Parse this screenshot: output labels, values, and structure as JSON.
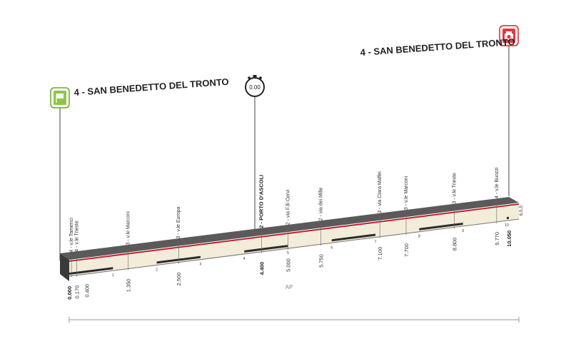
{
  "start": {
    "title": "4 - SAN BENEDETTO DEL TRONTO",
    "icon": "start-flag-icon"
  },
  "finish": {
    "title": "4 - SAN BENEDETTO DEL TRONTO",
    "icon": "finish-camera-icon"
  },
  "checkpoint": {
    "label": "0.00",
    "icon": "stopwatch-icon"
  },
  "route_labels": [
    {
      "text": "4 - v.le Tamerici",
      "km": 0.05,
      "bold": false
    },
    {
      "text": "4 - v.le Trieste",
      "km": 0.17,
      "bold": false
    },
    {
      "text": "3 - v.le Marconi",
      "km": 1.35,
      "bold": false
    },
    {
      "text": "3 - v.le Europa",
      "km": 2.5,
      "bold": false
    },
    {
      "text": "2 - PORTO D'ASCOLI",
      "km": 4.4,
      "bold": true
    },
    {
      "text": "2 - via F.lli Cervi",
      "km": 5.0,
      "bold": false
    },
    {
      "text": "2 - via dei Mille",
      "km": 5.75,
      "bold": false
    },
    {
      "text": "3 - via Clara Maffei",
      "km": 7.1,
      "bold": false
    },
    {
      "text": "3 - v.le Marconi",
      "km": 7.7,
      "bold": false
    },
    {
      "text": "3 - v.le Trieste",
      "km": 8.8,
      "bold": false
    },
    {
      "text": "4 - v.le Buozzi",
      "km": 9.77,
      "bold": false
    }
  ],
  "distances": [
    {
      "text": "0.000",
      "km": 0.0,
      "bold": true
    },
    {
      "text": "0.170",
      "km": 0.17,
      "bold": false
    },
    {
      "text": "0.400",
      "km": 0.4,
      "bold": false
    },
    {
      "text": "1.350",
      "km": 1.35,
      "bold": false
    },
    {
      "text": "2.500",
      "km": 2.5,
      "bold": false
    },
    {
      "text": "4.400",
      "km": 4.4,
      "bold": true
    },
    {
      "text": "5.000",
      "km": 5.0,
      "bold": false
    },
    {
      "text": "5.750",
      "km": 5.75,
      "bold": false
    },
    {
      "text": "7.100",
      "km": 7.1,
      "bold": false
    },
    {
      "text": "7.700",
      "km": 7.7,
      "bold": false
    },
    {
      "text": "8.800",
      "km": 8.8,
      "bold": false
    },
    {
      "text": "9.770",
      "km": 9.77,
      "bold": false
    },
    {
      "text": "10.050",
      "km": 10.05,
      "bold": true
    }
  ],
  "km_ticks": [
    "1",
    "2",
    "3",
    "4",
    "5",
    "6",
    "7",
    "8",
    "9",
    "10"
  ],
  "altitude_end": "6,5,5",
  "scale_label": "AP",
  "total_km": 10.05,
  "colors": {
    "profile_top": "#555555",
    "profile_face": "#f3ecd8",
    "route_line": "#c8232c",
    "profile_dark": "#2b2b2b"
  }
}
